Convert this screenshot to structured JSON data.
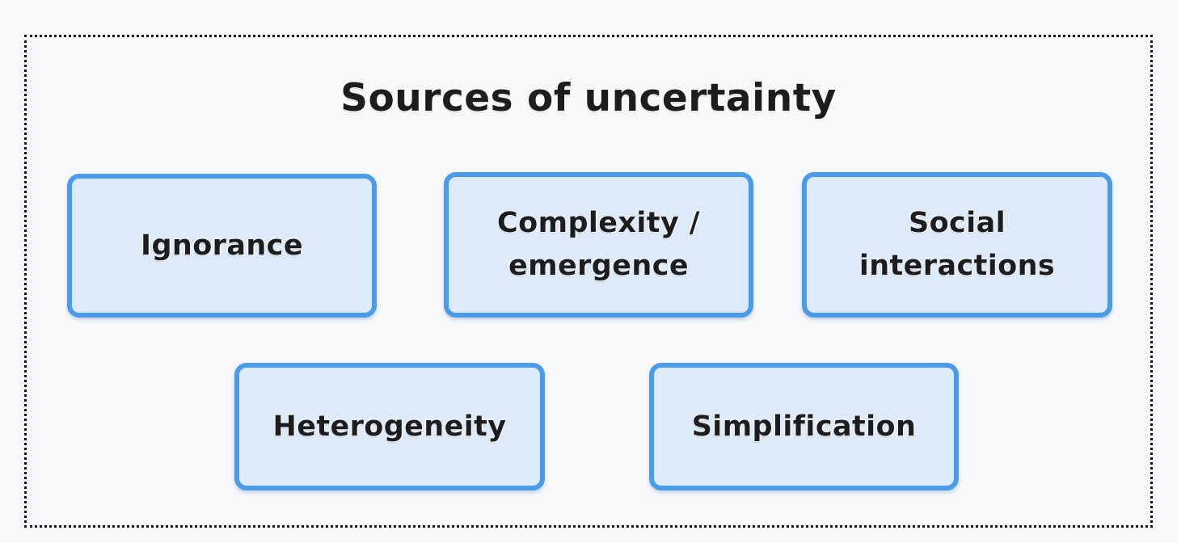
{
  "page": {
    "background_color": "#f7f8fa",
    "frame": {
      "style": "dotted",
      "color": "#111418"
    }
  },
  "diagram": {
    "type": "concept-box-group",
    "title": "Sources of uncertainty",
    "title_color": "#1d1d1f",
    "node_fill_color": "#dceaf9",
    "node_border_color": "#4a9ceb",
    "node_text_color": "#1d1d1f",
    "rows": [
      {
        "nodes": [
          0,
          1,
          2
        ]
      },
      {
        "nodes": [
          3,
          4
        ]
      }
    ],
    "nodes": [
      {
        "id": "ignorance",
        "label": "Ignorance"
      },
      {
        "id": "complexity",
        "label": "Complexity /\nemergence"
      },
      {
        "id": "social-interactions",
        "label": "Social\ninteractions"
      },
      {
        "id": "heterogeneity",
        "label": "Heterogeneity"
      },
      {
        "id": "simplification",
        "label": "Simplification"
      }
    ]
  }
}
